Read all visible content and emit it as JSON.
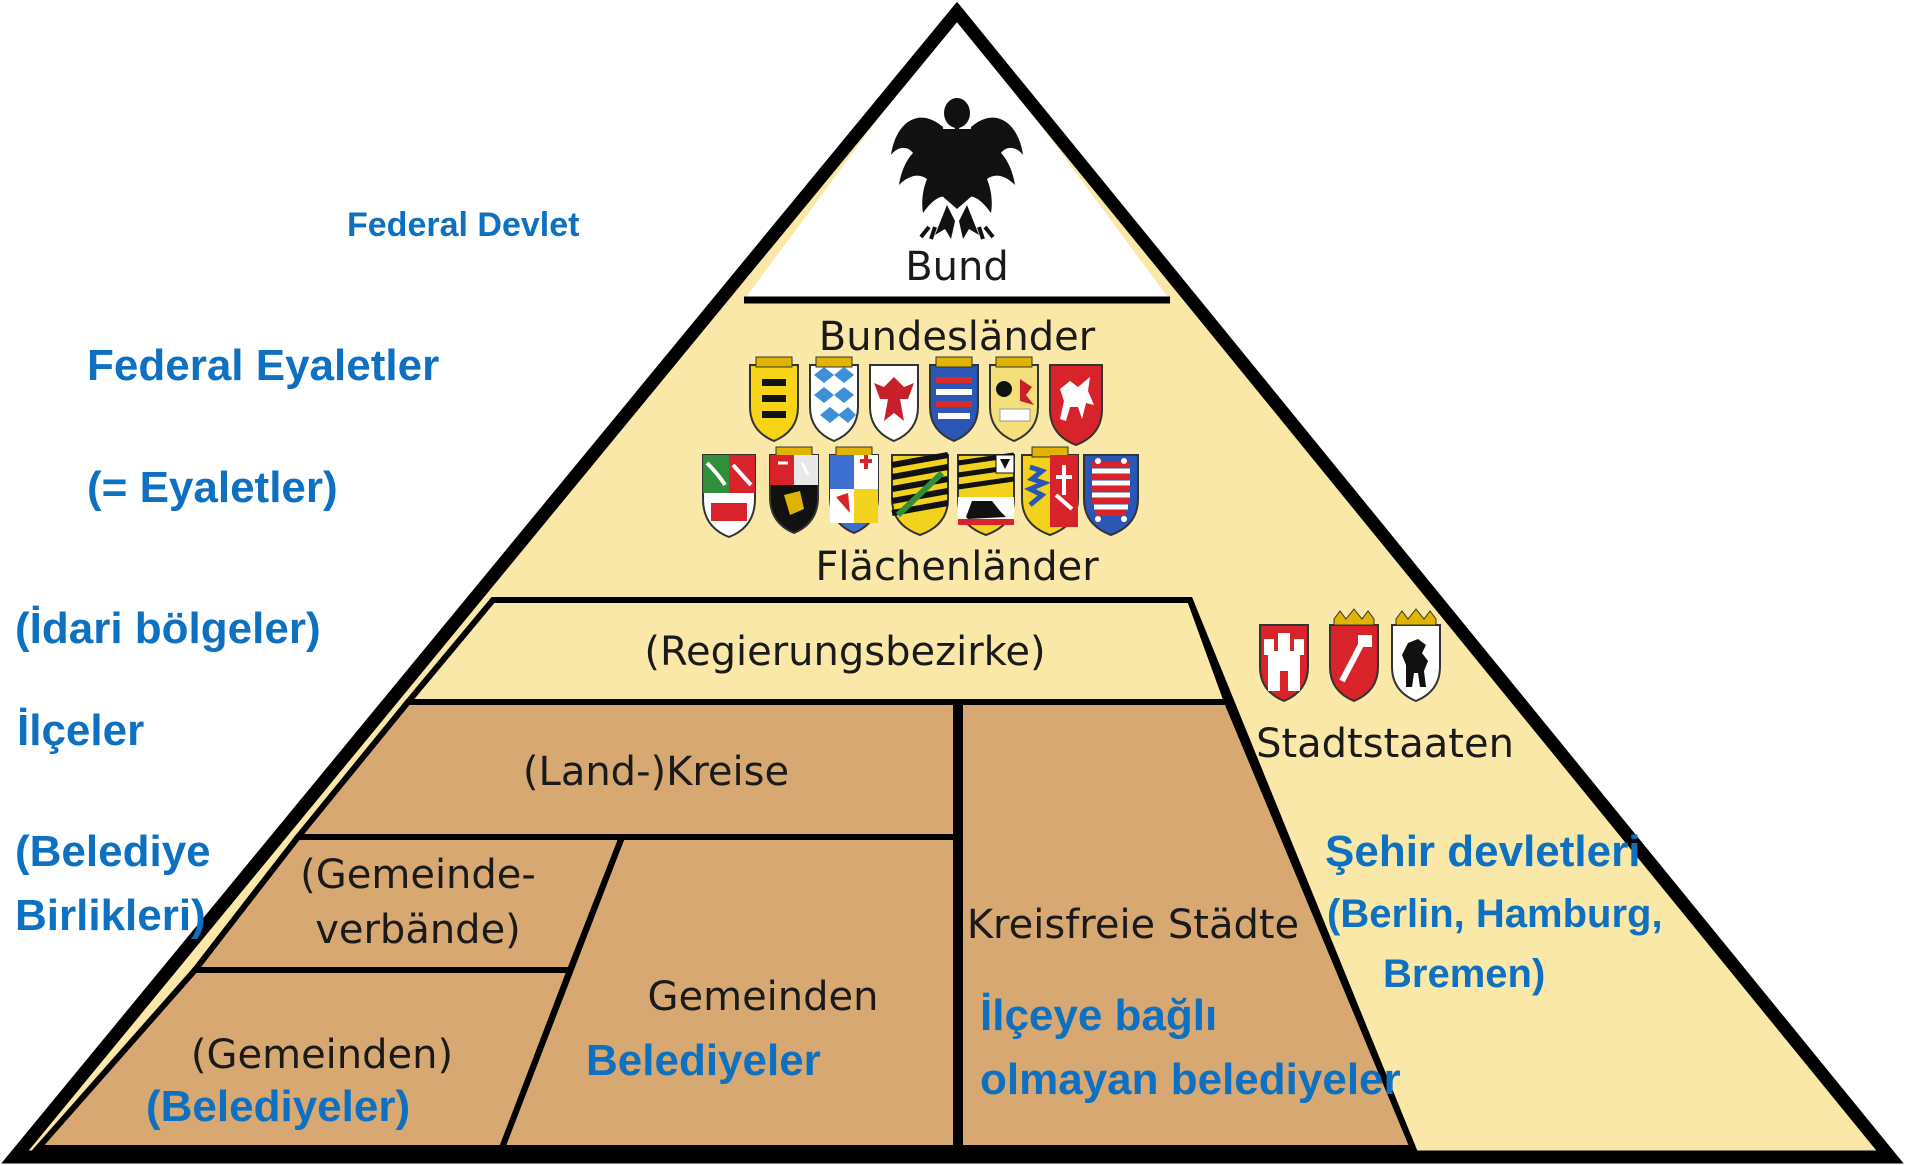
{
  "german": {
    "bund": "Bund",
    "bundeslaender": "Bundesländer",
    "flaechenlaender": "Flächenländer",
    "regierungsbezirke": "(Regierungsbezirke)",
    "landkreise": "(Land-)Kreise",
    "gemeindeverbaende_line1": "(Gemeinde-",
    "gemeindeverbaende_line2": "verbände)",
    "gemeinden_paren": "(Gemeinden)",
    "gemeinden": "Gemeinden",
    "kreisfreie_staedte": "Kreisfreie Städte",
    "stadtstaaten": "Stadtstaaten"
  },
  "turkish": {
    "federal_devlet": "Federal Devlet",
    "federal_eyaletler": "Federal Eyaletler",
    "eyaletler": "(= Eyaletler)",
    "idari_bolgeler": "(İdari bölgeler)",
    "ilceler": "İlçeler",
    "belediye_birlikleri_line1": "(Belediye",
    "belediye_birlikleri_line2": "Birlikleri)",
    "belediyeler_paren": "(Belediyeler)",
    "belediyeler": "Belediyeler",
    "ilceye_bagli_line1": "İlçeye bağlı",
    "ilceye_bagli_line2": "olmayan belediyeler",
    "sehir_devletleri": "Şehir devletleri",
    "sehir_devletleri_list_line1": "(Berlin, Hamburg,",
    "sehir_devletleri_list_line2": "Bremen)"
  },
  "colors": {
    "outline": "#000000",
    "top_fill": "#ffffff",
    "states_fill": "#f9e8a8",
    "municipal_fill": "#d7a872",
    "translation_text": "#0e70c0"
  },
  "emblems": {
    "top": "federal-eagle-icon",
    "state_row1": [
      "baden-wuerttemberg-coat-icon",
      "bavaria-coat-icon",
      "brandenburg-coat-icon",
      "hesse-coat-icon",
      "mecklenburg-vorpommern-coat-icon",
      "lower-saxony-coat-icon"
    ],
    "state_row2": [
      "north-rhine-westphalia-coat-icon",
      "rhineland-palatinate-coat-icon",
      "saarland-coat-icon",
      "saxony-coat-icon",
      "saxony-anhalt-coat-icon",
      "schleswig-holstein-coat-icon",
      "thuringia-coat-icon"
    ],
    "city_states": [
      "hamburg-coat-icon",
      "bremen-coat-icon",
      "berlin-coat-icon"
    ]
  }
}
